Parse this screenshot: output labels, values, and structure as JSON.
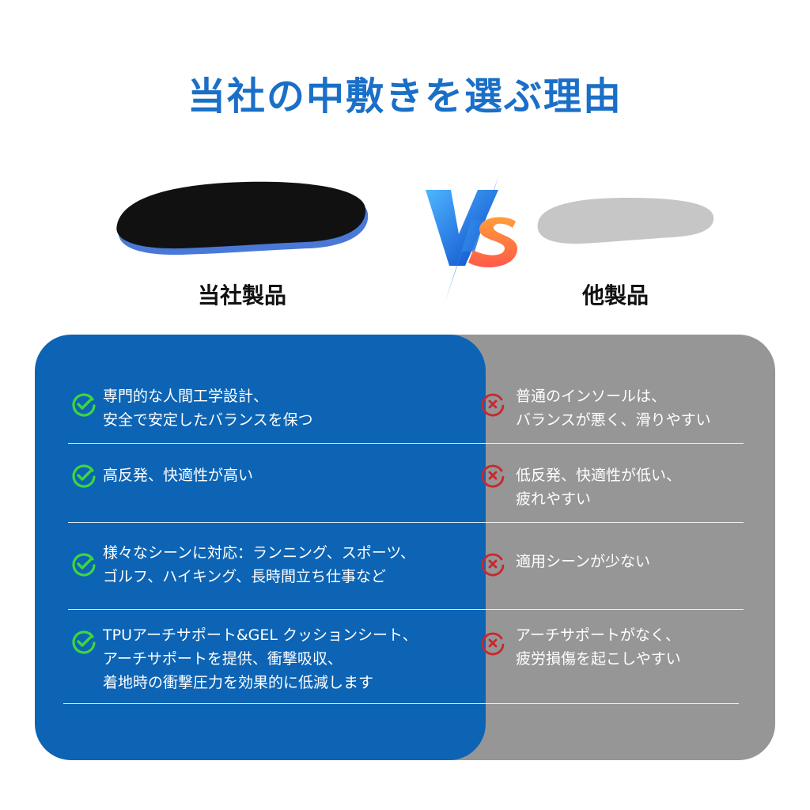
{
  "title": "当社の中敷きを選ぶ理由",
  "labels": {
    "ours": "当社製品",
    "other": "他製品"
  },
  "colors": {
    "title": "#1a6fc7",
    "ours_panel": "#0d64b4",
    "other_panel": "#969696",
    "check": "#3fd63f",
    "cross": "#c8272d"
  },
  "rows": [
    {
      "ours": [
        "専門的な人間工学設計、",
        "安全で安定したバランスを保つ"
      ],
      "other": [
        "普通のインソールは、",
        "バランスが悪く、滑りやすい"
      ]
    },
    {
      "ours": [
        "高反発、快適性が高い"
      ],
      "other": [
        "低反発、快適性が低い、",
        "疲れやすい"
      ]
    },
    {
      "ours": [
        "様々なシーンに対応：ランニング、スポーツ、",
        "ゴルフ、ハイキング、長時間立ち仕事など"
      ],
      "other": [
        "適用シーンが少ない"
      ]
    },
    {
      "ours": [
        "TPUアーチサポート&GEL クッションシート、",
        "アーチサポートを提供、衝撃吸収、",
        "着地時の衝撃圧力を効果的に低減します"
      ],
      "other": [
        "アーチサポートがなく、",
        "疲労損傷を起こしやすい"
      ]
    }
  ],
  "icons": {
    "ours": "check-circle-icon",
    "other": "cross-circle-icon"
  }
}
